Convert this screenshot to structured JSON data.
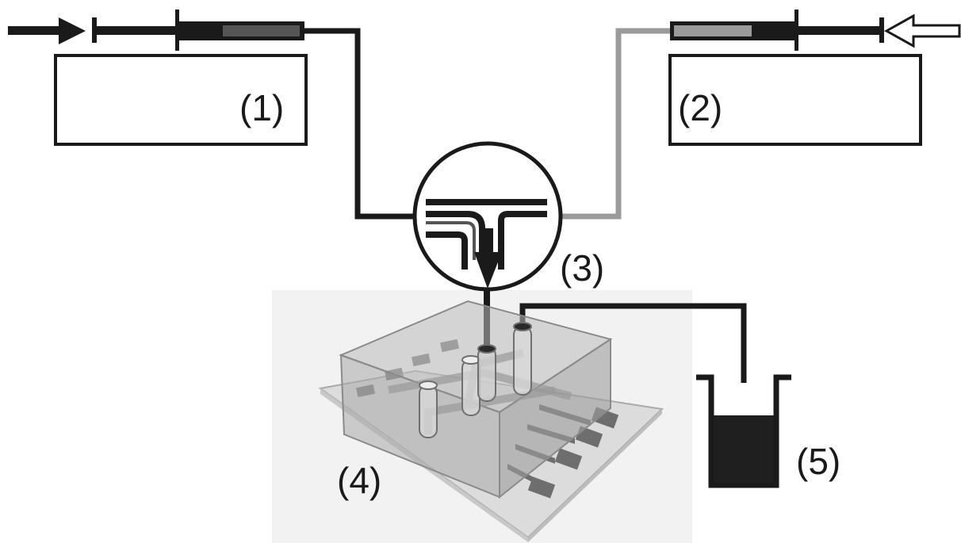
{
  "labels": {
    "pump1": "(1)",
    "pump2": "(2)",
    "mixer": "(3)",
    "chip": "(4)",
    "waste": "(5)"
  },
  "colors": {
    "line_dark": "#1a1a1a",
    "line_gray": "#9a9a9a",
    "syringe_gray": "#888888",
    "chip_body": "#b9b9b9",
    "substrate": "#dcdcdc",
    "electrode": "#6e6e6e",
    "background_panel": "#f2f2f2",
    "waste_fluid": "#1f1f1f"
  },
  "icons": {
    "left_arrow": "solid-arrow-right-icon",
    "right_arrow": "hollow-arrow-left-icon",
    "mixer": "t-junction-mixer-icon",
    "waste": "waste-beaker-icon"
  }
}
